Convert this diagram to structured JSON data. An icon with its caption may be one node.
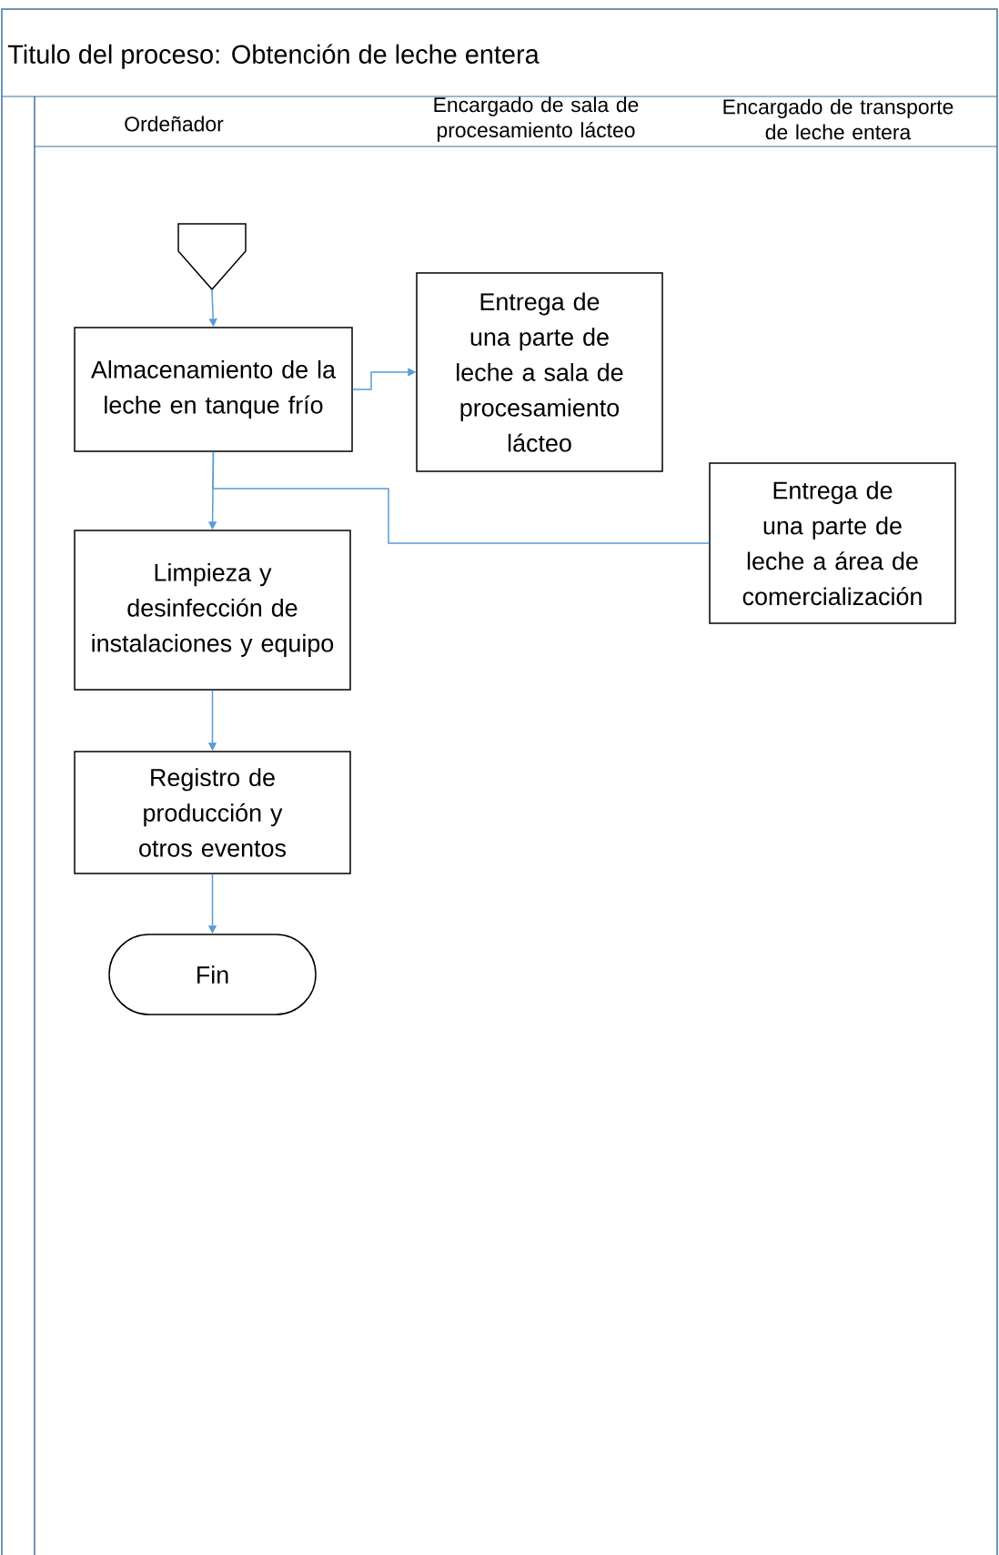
{
  "diagram": {
    "title": "Titulo del proceso: Obtención de leche entera",
    "nodes": [
      {
        "text": [],
        "shape": "pentagon"
      },
      {
        "text": [
          "Almacenamiento de la leche en tanque frío"
        ]
      },
      {
        "text": [
          "Entrega de una parte de leche a sala de procesamiento lácteo"
        ]
      },
      {
        "text": [
          "Entrega de una parte de leche a área de comercialización"
        ]
      },
      {
        "text": [
          "Limpieza y desinfección de instalaciones y equipo"
        ]
      },
      {
        "text": [
          "Registro de producción y otros eventos"
        ]
      },
      {
        "text": [
          "Fin"
        ]
      }
    ],
    "edges": [
      {
        "from": 0,
        "to": 1,
        "arrow": "to"
      },
      {
        "from": 1,
        "to": 2,
        "arrow": "to"
      },
      {
        "from": 1,
        "to": 4,
        "arrow": "to"
      },
      {
        "from": 1,
        "to": 3,
        "arrow": "none"
      },
      {
        "from": 4,
        "to": 5,
        "arrow": "to"
      },
      {
        "from": 5,
        "to": 6,
        "arrow": "to"
      }
    ],
    "labels": [
      "Ordeñador",
      "Encargado de sala de procesamiento lácteo",
      "Encargado de transporte de leche entera"
    ]
  }
}
